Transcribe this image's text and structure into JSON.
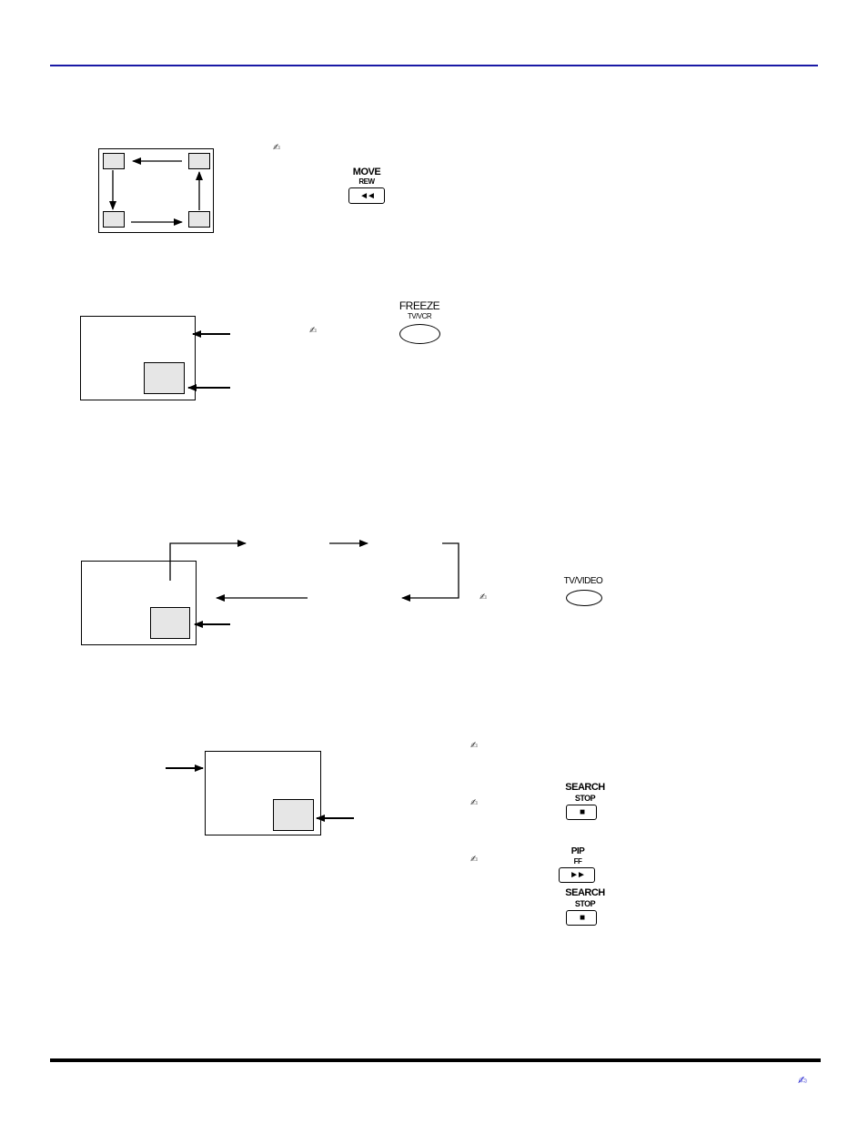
{
  "remote_buttons": {
    "move": {
      "top": "MOVE",
      "bottom": "REW",
      "symbol": "◄◄"
    },
    "freeze": {
      "top": "FREEZE",
      "bottom": "TV/VCR"
    },
    "tv_video": {
      "top": "TV/VIDEO"
    },
    "search_stop_1": {
      "top": "SEARCH",
      "bottom": "STOP",
      "symbol": "■"
    },
    "pip_ff": {
      "top": "PIP",
      "bottom": "FF",
      "symbol": "►►"
    },
    "search_stop_2": {
      "top": "SEARCH",
      "bottom": "STOP",
      "symbol": "■"
    }
  },
  "note_icon": "✍",
  "colors": {
    "header_rule": "#1a1aa6",
    "footer_rule": "#000000",
    "pip_fill": "#e6e6e6"
  }
}
